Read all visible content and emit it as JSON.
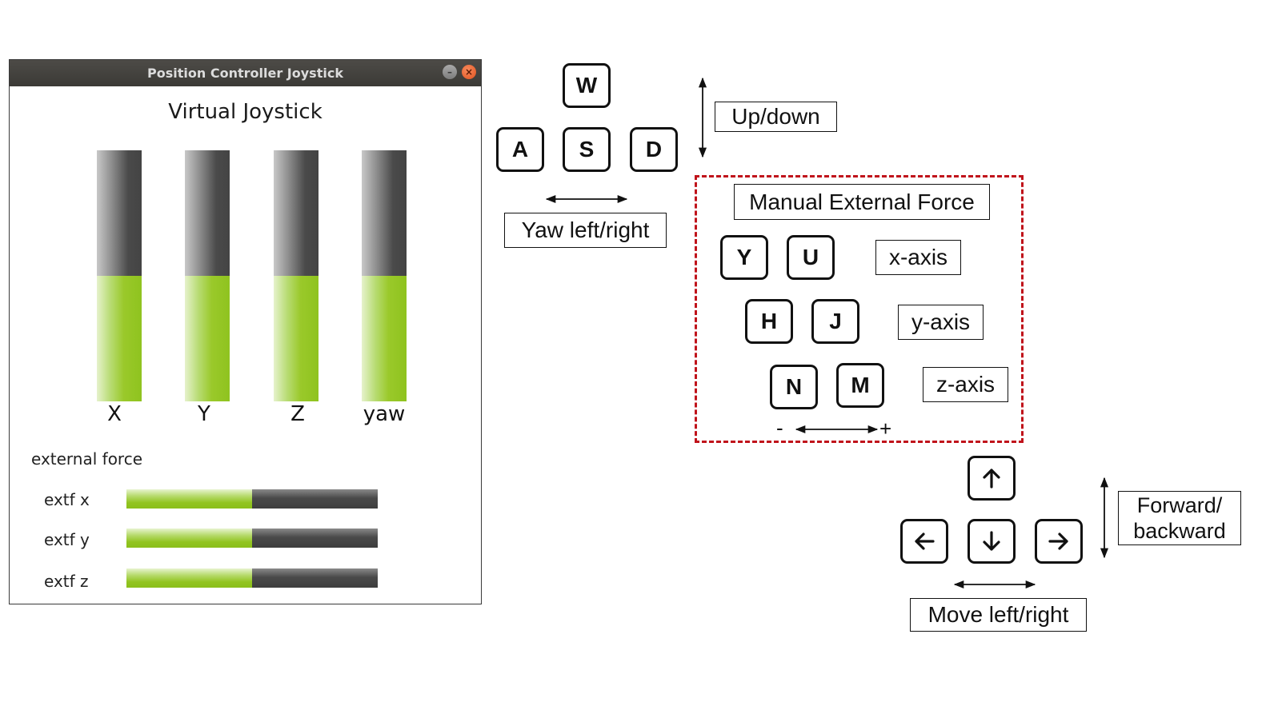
{
  "window": {
    "title": "Position Controller Joystick",
    "minimize_glyph": "–",
    "close_glyph": "×",
    "panel_title": "Virtual Joystick",
    "axes": [
      {
        "label": "X",
        "fill_fraction": 0.5
      },
      {
        "label": "Y",
        "fill_fraction": 0.5
      },
      {
        "label": "Z",
        "fill_fraction": 0.5
      },
      {
        "label": "yaw",
        "fill_fraction": 0.5
      }
    ],
    "external_force_title": "external force",
    "forces": [
      {
        "label": "extf x",
        "fill_fraction": 0.5
      },
      {
        "label": "extf y",
        "fill_fraction": 0.5
      },
      {
        "label": "extf z",
        "fill_fraction": 0.5
      }
    ]
  },
  "colors": {
    "fill_green": "#8fc31f",
    "bar_dark": "#444444",
    "dashed_border": "#c0131b"
  },
  "controls": {
    "wasd": {
      "w": "W",
      "a": "A",
      "s": "S",
      "d": "D"
    },
    "up_down_label": "Up/down",
    "yaw_label": "Yaw left/right",
    "manual_force": {
      "title": "Manual External Force",
      "keys": {
        "y": "Y",
        "u": "U",
        "h": "H",
        "j": "J",
        "n": "N",
        "m": "M"
      },
      "x_axis": "x-axis",
      "y_axis": "y-axis",
      "z_axis": "z-axis",
      "minus": "-",
      "plus": "+"
    },
    "arrow_keys": {
      "up": "arrow-up-icon",
      "left": "arrow-left-icon",
      "down": "arrow-down-icon",
      "right": "arrow-right-icon"
    },
    "forward_backward_label": "Forward/ backward",
    "move_label": "Move left/right"
  }
}
